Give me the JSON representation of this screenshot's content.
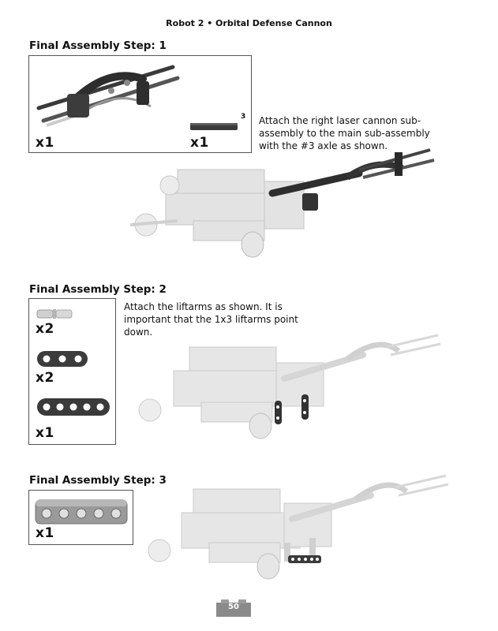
{
  "header": {
    "title": "Robot 2 • Orbital Defense Cannon"
  },
  "steps": [
    {
      "title": "Final Assembly Step: 1",
      "parts": [
        {
          "icon": "laser-cannon-subassembly-icon",
          "qty": "x1"
        },
        {
          "icon": "axle-icon",
          "qty": "x1",
          "size_label": "3"
        }
      ],
      "instruction": "Attach the right laser cannon sub-\nassembly to the main sub-assembly\nwith the #3 axle as shown."
    },
    {
      "title": "Final Assembly Step: 2",
      "parts": [
        {
          "icon": "connector-pin-icon",
          "qty": "x2"
        },
        {
          "icon": "liftarm-1x3-icon",
          "qty": "x2"
        },
        {
          "icon": "liftarm-1x5-icon",
          "qty": "x1"
        }
      ],
      "instruction": "Attach the liftarms as shown. It is\nimportant that the 1x3 liftarms point\ndown."
    },
    {
      "title": "Final Assembly Step: 3",
      "parts": [
        {
          "icon": "beam-1x5-icon",
          "qty": "x1"
        }
      ],
      "instruction": ""
    }
  ],
  "footer": {
    "page_number": "50"
  }
}
